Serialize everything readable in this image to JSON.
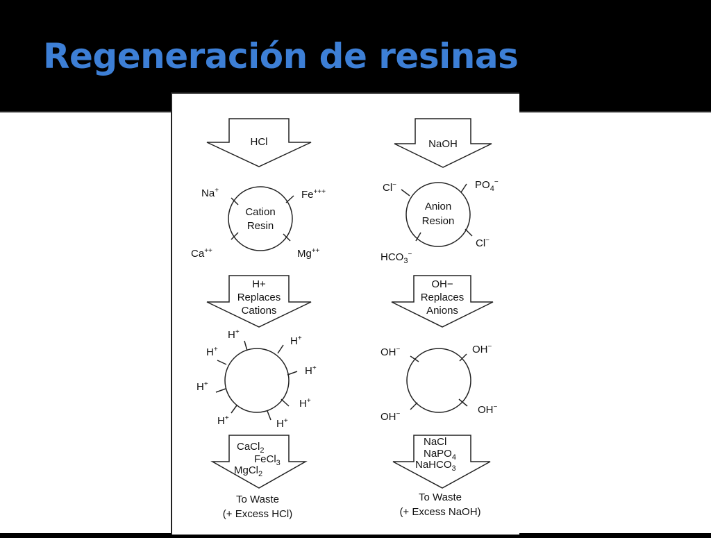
{
  "slide": {
    "title": "Regeneración de resinas"
  },
  "cation": {
    "regenerant": "HCl",
    "resin_line1": "Cation",
    "resin_line2": "Resin",
    "ions": {
      "na": {
        "base": "Na",
        "sup": "+"
      },
      "fe": {
        "base": "Fe",
        "sup": "+++"
      },
      "ca": {
        "base": "Ca",
        "sup": "++"
      },
      "mg": {
        "base": "Mg",
        "sup": "++"
      }
    },
    "replace_line1": "H+",
    "replace_line2": "Replaces",
    "replace_line3": "Cations",
    "h_ion": {
      "base": "H",
      "sup": "+"
    },
    "waste": {
      "cacl2": {
        "base": "CaCl",
        "sub": "2"
      },
      "fecl3": {
        "base": "FeCl",
        "sub": "3"
      },
      "mgcl2": {
        "base": "MgCl",
        "sub": "2"
      }
    },
    "to_waste": "To Waste",
    "excess": "(+ Excess HCl)"
  },
  "anion": {
    "regenerant": "NaOH",
    "resin_line1": "Anion",
    "resin_line2": "Resion",
    "ions": {
      "cl_top": {
        "base": "Cl",
        "sup": "−"
      },
      "po4": {
        "base": "PO",
        "sub": "4",
        "sup": "−"
      },
      "cl_right": {
        "base": "Cl",
        "sup": "−"
      },
      "hco3": {
        "base": "HCO",
        "sub": "3",
        "sup": "−"
      }
    },
    "replace_line1": "OH−",
    "replace_line2": "Replaces",
    "replace_line3": "Anions",
    "oh_ion": {
      "base": "OH",
      "sup": "−"
    },
    "waste": {
      "nacl": "NaCl",
      "napo4": {
        "base": "NaPO",
        "sub": "4"
      },
      "nahco3": {
        "base": "NaHCO",
        "sub": "3"
      }
    },
    "to_waste": "To Waste",
    "excess": "(+ Excess NaOH)"
  }
}
